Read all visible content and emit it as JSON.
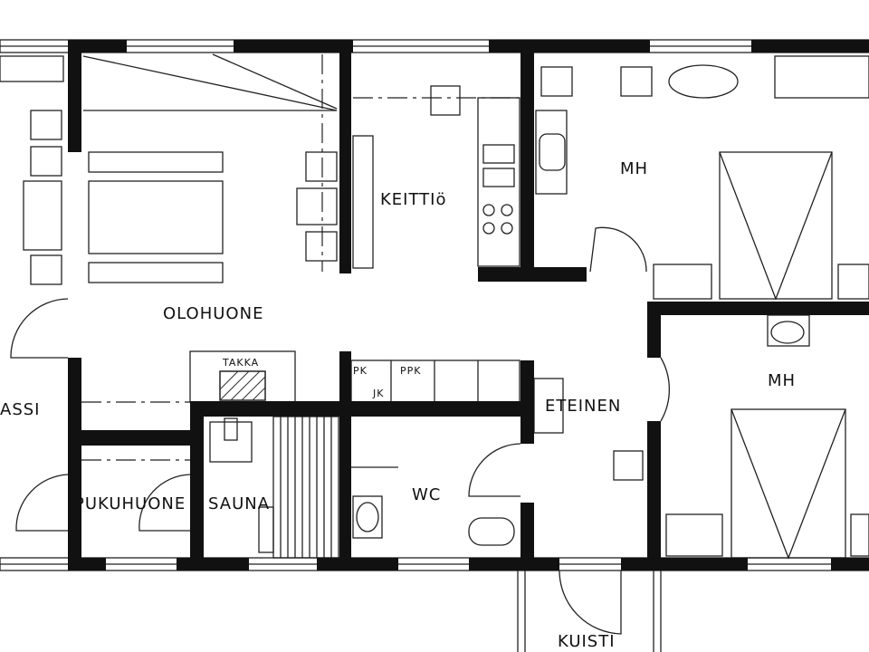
{
  "rooms": {
    "living_room": "OLOHUONE",
    "kitchen": "KEITTIö",
    "bedroom_1": "MH",
    "bedroom_2": "MH",
    "hallway": "ETEINEN",
    "wc": "WC",
    "dressing_room": "PUKUHUONE",
    "sauna": "SAUNA",
    "terrace": "ASSI",
    "porch": "KUISTI"
  },
  "fixtures": {
    "fireplace": "TAKKA",
    "cabinet_1": "PK",
    "cabinet_2": "JK",
    "cabinet_3": "PPK"
  },
  "colors": {
    "wall": "#111111",
    "background": "#ffffff"
  }
}
